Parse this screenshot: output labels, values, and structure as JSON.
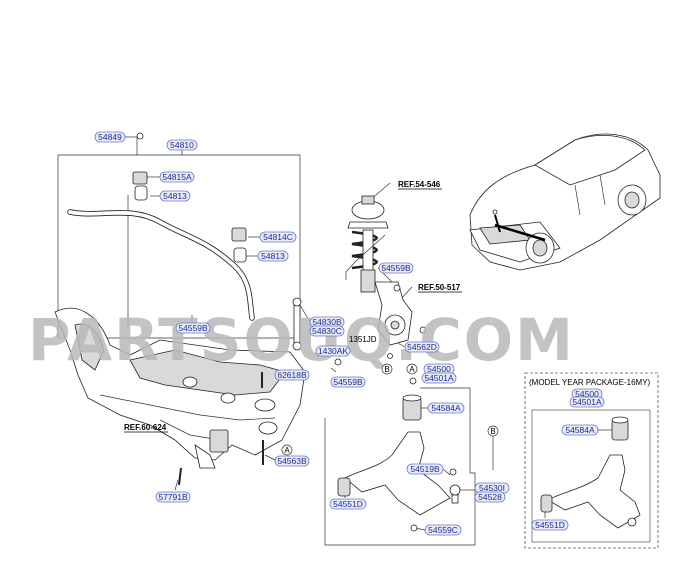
{
  "watermark": "PARTSOUQ.COM",
  "colors": {
    "label_text": "#1e2a8c",
    "label_fill": "#e8ecfb",
    "label_border": "#6b78c9",
    "watermark": "#b9b9b9"
  },
  "labels": {
    "p54849": "54849",
    "p54810": "54810",
    "p54815A": "54815A",
    "p54813a": "54813",
    "p54814C": "54814C",
    "p54813b": "54813",
    "p54559B_a": "54559B",
    "p54830B": "54830B",
    "p54830C": "54830C",
    "p1430AK": "1430AK",
    "p54559B_b": "54559B",
    "p54559B_c": "54559B",
    "p54562D": "54562D",
    "p54500a": "54500",
    "p54501Aa": "54501A",
    "p62618B": "62618B",
    "p54563B": "54563B",
    "p57791B": "57791B",
    "p54584Aa": "54584A",
    "p54519B": "54519B",
    "p54530I": "54530I",
    "p54528": "54528",
    "p54551Da": "54551D",
    "p54559C": "54559C",
    "p54500b": "54500",
    "p54501Ab": "54501A",
    "p54584Ab": "54584A",
    "p54551Db": "54551D"
  },
  "plain": {
    "p1351JD": "1351JD"
  },
  "refs": {
    "r54546": "REF.54-546",
    "r50517": "REF.50-517",
    "r60624": "REF.60-624"
  },
  "callouts": {
    "a1": "A",
    "a2": "A",
    "b1": "B",
    "b2": "B"
  },
  "package_caption": "(MODEL YEAR PACKAGE-16MY)"
}
